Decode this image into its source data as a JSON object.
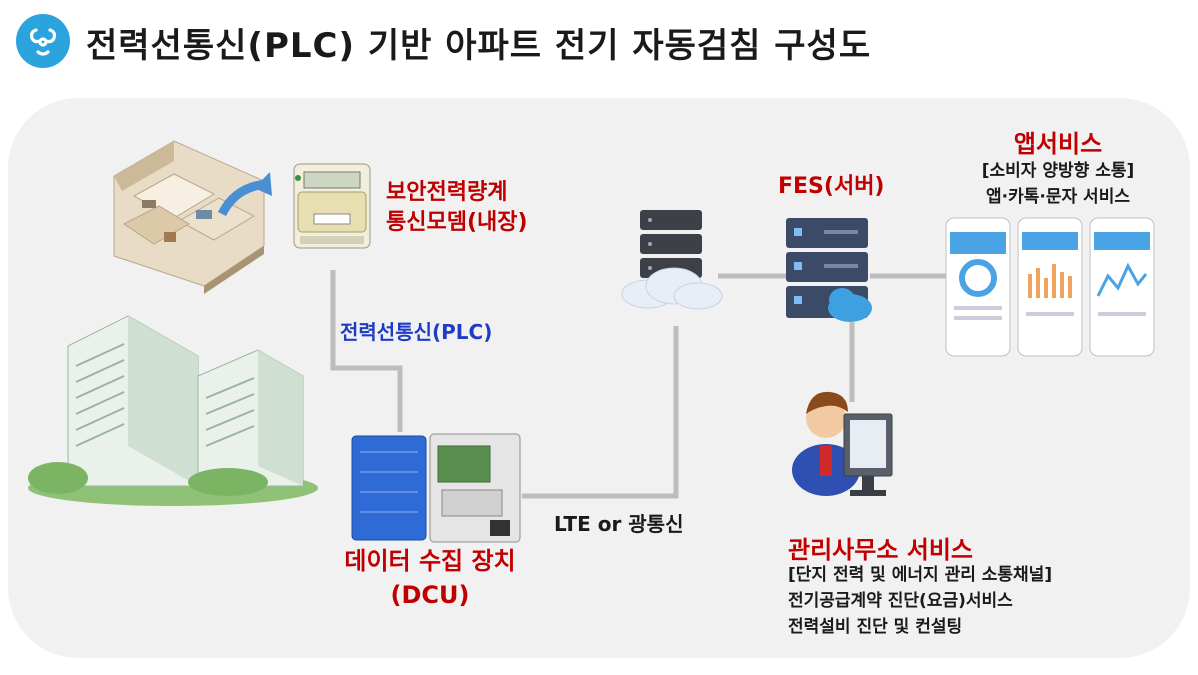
{
  "title": "전력선통신(PLC) 기반 아파트 전기 자동검침 구성도",
  "meter": {
    "line1": "보안전력량계",
    "line2": "통신모뎀(내장)"
  },
  "plc_label": "전력선통신(PLC)",
  "dcu": {
    "line1": "데이터 수집 장치",
    "line2": "(DCU)"
  },
  "lte_label": "LTE or 광통신",
  "fes_label": "FES(서버)",
  "app": {
    "title": "앱서비스",
    "line1": "[소비자 양방향 소통]",
    "line2": "앱·카톡·문자 서비스"
  },
  "office": {
    "title": "관리사무소 서비스",
    "line1": "[단지 전력 및 에너지 관리 소통채널]",
    "line2": "전기공급계약 진단(요금)서비스",
    "line3": "전력설비 진단 및 컨설팅"
  },
  "colors": {
    "accent_red": "#c00000",
    "accent_blue": "#1f3cc8",
    "icon_blue": "#2ba3dd",
    "line_gray": "#bdbdbd"
  },
  "icons": [
    "logo-icon",
    "apartment-floorplan-icon",
    "smart-meter-icon",
    "apartment-buildings-icon",
    "dcu-box-icon",
    "cloud-server-icon",
    "fes-server-icon",
    "smartphone-app-icon",
    "office-worker-icon"
  ]
}
